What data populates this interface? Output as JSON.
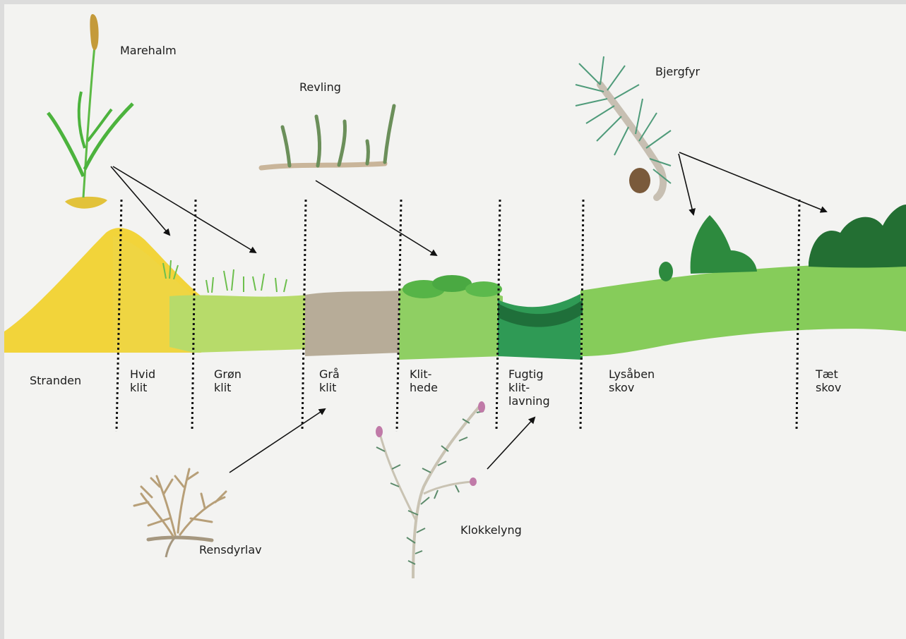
{
  "diagram": {
    "zones": [
      {
        "id": "stranden",
        "label": "Stranden"
      },
      {
        "id": "hvid-klit",
        "label": "Hvid\nklit"
      },
      {
        "id": "gron-klit",
        "label": "Grøn\nklit"
      },
      {
        "id": "gra-klit",
        "label": "Grå\nklit"
      },
      {
        "id": "klithede",
        "label": "Klit-\nhede"
      },
      {
        "id": "fugtig-klitlavning",
        "label": "Fugtig\nklit-\nlavning"
      },
      {
        "id": "lysaben-skov",
        "label": "Lysåben\nskov"
      },
      {
        "id": "taet-skov",
        "label": "Tæt\nskov"
      }
    ],
    "plants": [
      {
        "id": "marehalm",
        "label": "Marehalm",
        "targets": [
          "hvid-klit",
          "gron-klit"
        ]
      },
      {
        "id": "revling",
        "label": "Revling",
        "targets": [
          "klithede"
        ]
      },
      {
        "id": "bjergfyr",
        "label": "Bjergfyr",
        "targets": [
          "lysaben-skov",
          "taet-skov"
        ]
      },
      {
        "id": "rensdyrlav",
        "label": "Rensdyrlav",
        "targets": [
          "gra-klit"
        ]
      },
      {
        "id": "klokkelyng",
        "label": "Klokkelyng",
        "targets": [
          "fugtig-klitlavning"
        ]
      }
    ],
    "colors": {
      "beach": "#f2d43a",
      "white_dune": "#eed645",
      "green_dune": "#b7db6a",
      "grey_dune": "#b7ac98",
      "heath": "#8fcf63",
      "wet_hollow": "#2f9a55",
      "forest": "#86cc5a",
      "trees": "#2d8a3e",
      "divider": "#111111"
    }
  }
}
